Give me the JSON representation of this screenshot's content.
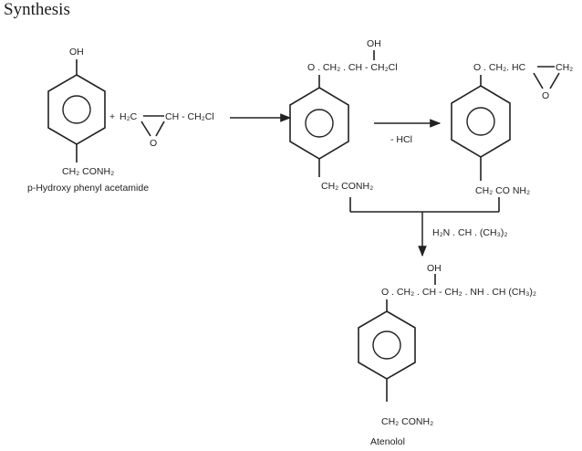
{
  "title": "Synthesis",
  "reactant1": {
    "oh": "OH",
    "side_chain": "CH₂ CONH₂",
    "name": "p-Hydroxy phenyl acetamide"
  },
  "reagent": {
    "plus": "+",
    "h2c": "H₂C",
    "ch": "CH - CH₂Cl",
    "o": "O"
  },
  "intermediate1": {
    "oh": "OH",
    "chain": "O . CH₂ . CH - CH₂Cl",
    "side_chain": "CH₂ CONH₂"
  },
  "step2_label": "- HCl",
  "intermediate2": {
    "chain": "O . CH₂. HC",
    "ch2": "CH₂",
    "o": "O",
    "side_chain": "CH₂ CO NH₂"
  },
  "step3_label": "H₂N . CH . (CH₃)₂",
  "product": {
    "oh": "OH",
    "chain": "O . CH₂ . CH - CH₂ . NH . CH (CH₃)₂",
    "side_chain": "CH₂ CONH₂",
    "name": "Atenolol"
  }
}
